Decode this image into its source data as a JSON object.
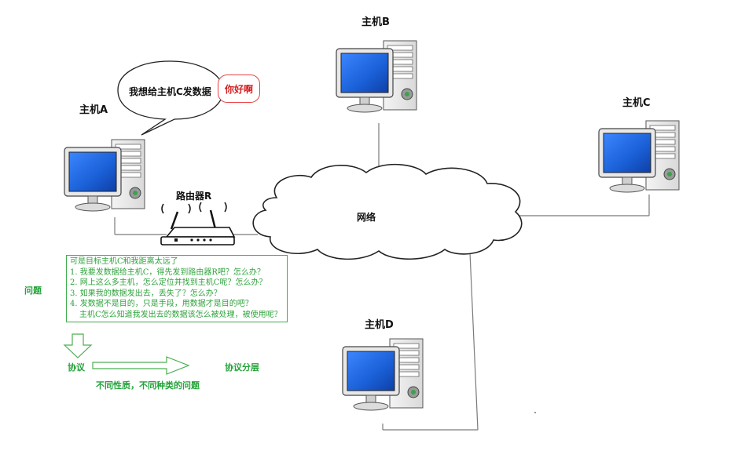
{
  "hosts": {
    "a": {
      "label": "主机A"
    },
    "b": {
      "label": "主机B"
    },
    "c": {
      "label": "主机C"
    },
    "d": {
      "label": "主机D"
    }
  },
  "router": {
    "label": "路由器R"
  },
  "network": {
    "label": "网络"
  },
  "speech": {
    "text": "我想给主机C发数据"
  },
  "reply": {
    "text": "你好啊"
  },
  "questions_box": {
    "intro": "可是目标主机C和我距离太远了",
    "items": [
      "1.   我要发数据给主机C，得先发到路由器R吧？怎么办？",
      "2.   网上这么多主机，怎么定位并找到主机C呢？怎么办？",
      "3.   如果我的数据发出去，丢失了？怎么办？",
      "4.   发数据不是目的，只是手段，用数据才是目的吧？"
    ],
    "item4_continued": "主机C怎么知道我发出去的数据该怎么被处理，被使用呢？"
  },
  "labels": {
    "wenti": "问题",
    "xieyi": "协议",
    "xieyi_fenceng": "协议分层",
    "bottom_note": "不同性质，不同种类的问题"
  },
  "colors": {
    "green": "#2fa33c",
    "red": "#e84040",
    "screen_blue": "#1a5fd6",
    "line_gray": "#7a7a7a"
  }
}
